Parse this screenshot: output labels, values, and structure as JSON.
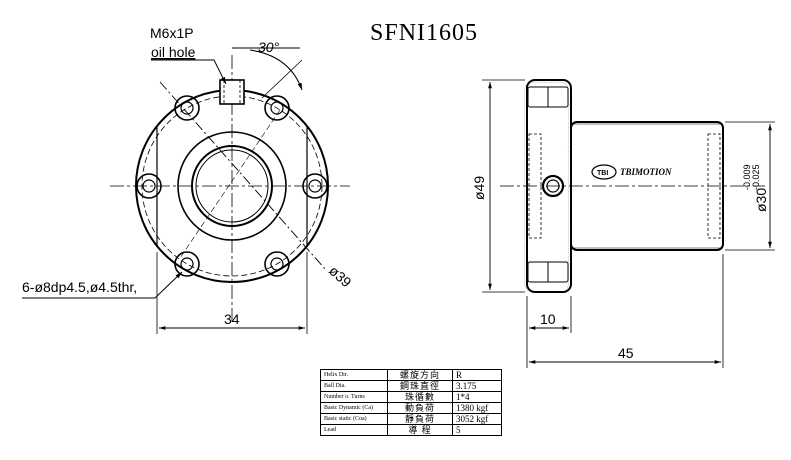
{
  "title": "SFNI1605",
  "oil_hole": {
    "thread": "M6x1P",
    "label": "oil hole"
  },
  "angle": "30°",
  "holes": "6-ø8dp4.5,ø4.5thr,",
  "dims": {
    "pcd": "ø39",
    "hole_span": "34",
    "flange_dia": "ø49",
    "flange_width": "10",
    "length": "45",
    "body_dia": "ø30",
    "body_tol_upper": "-0.009",
    "body_tol_lower": "-0.025"
  },
  "brand": {
    "logo": "TBI",
    "name": "TBIMOTION"
  },
  "spec_table": [
    {
      "label": "Helix Dir.",
      "cn": "螺旋方向",
      "value": "R"
    },
    {
      "label": "Ball Dia.",
      "cn": "鋼珠直徑",
      "value": "3.175"
    },
    {
      "label": "Number o. Turns",
      "cn": "珠循數",
      "value": "1*4"
    },
    {
      "label": "Basic Dynamic (Ca)",
      "cn": "動負荷",
      "value": "1380 kgf"
    },
    {
      "label": "Basic static (Coa)",
      "cn": "靜負荷",
      "value": "3052 kgf"
    },
    {
      "label": "Lead",
      "cn": "導 程",
      "value": "5"
    }
  ]
}
